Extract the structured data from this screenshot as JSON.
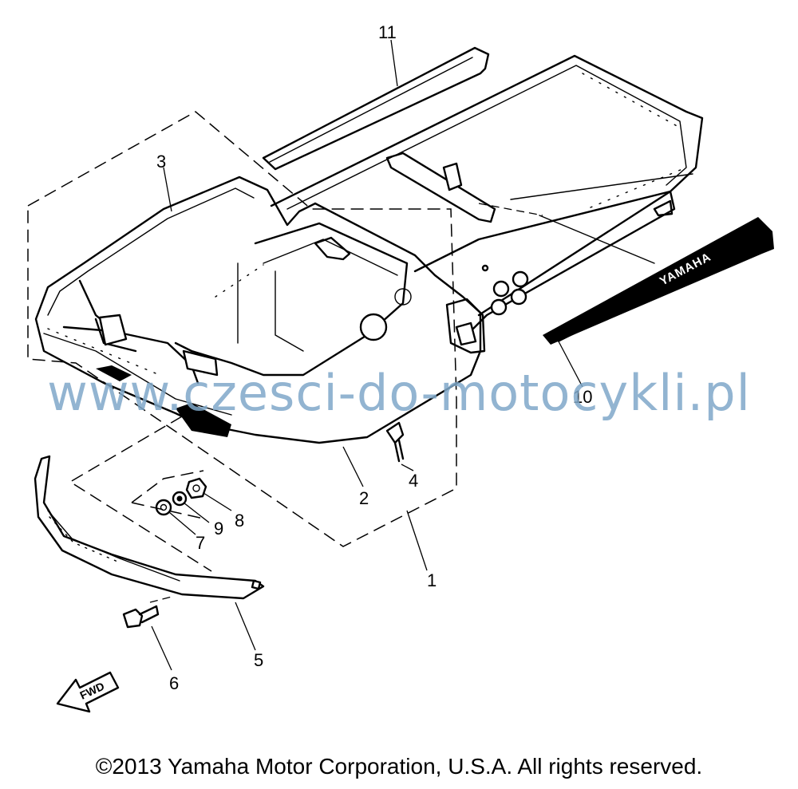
{
  "diagram": {
    "callouts": [
      "1",
      "2",
      "3",
      "4",
      "5",
      "6",
      "7",
      "8",
      "9",
      "10",
      "11"
    ],
    "stripe_text": "YAMAHA",
    "fwd_label": "FWD"
  },
  "watermark": "www.czesci-do-motocykli.pl",
  "copyright": "©2013 Yamaha Motor Corporation, U.S.A. All rights reserved."
}
